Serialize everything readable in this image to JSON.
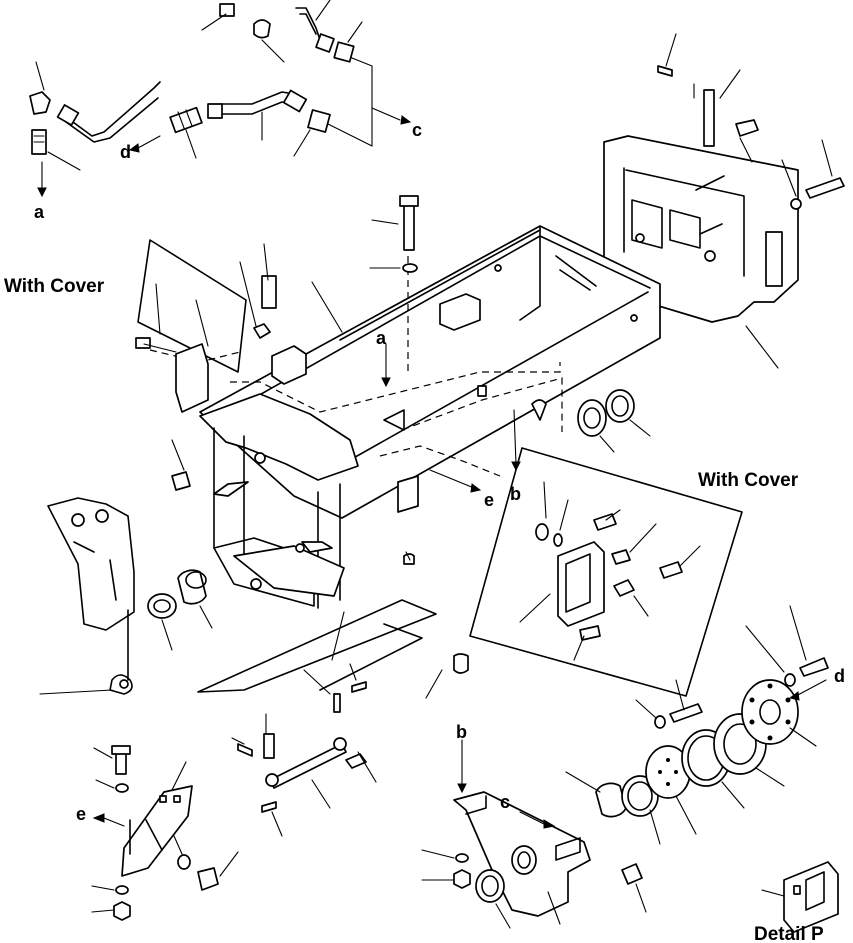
{
  "labels": {
    "with_cover_left": "With Cover",
    "with_cover_right": "With Cover",
    "detail_p": "Detail P"
  },
  "callout_letters": {
    "a_top": "a",
    "a_frame": "a",
    "b_frame": "b",
    "b_bracket": "b",
    "c_top": "c",
    "c_bracket": "c",
    "d_top": "d",
    "d_flange": "d",
    "e_frame": "e",
    "e_bracket": "e"
  }
}
